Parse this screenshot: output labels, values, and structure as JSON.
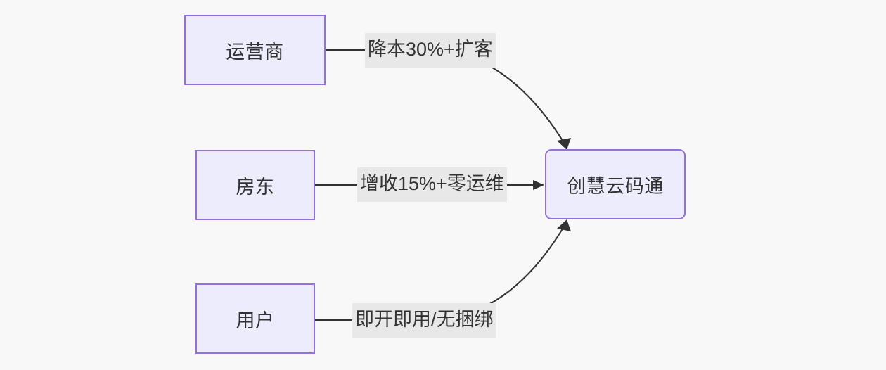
{
  "diagram": {
    "type": "flowchart",
    "direction": "left-to-right",
    "background_color": "#f8f8f8",
    "node_fill_color": "#ececfc",
    "node_border_color": "#9370e0",
    "edge_color": "#333333",
    "label_background_color": "#e8e8e8",
    "text_color": "#333333",
    "nodes": [
      {
        "id": "operator",
        "label": "运营商",
        "shape": "rectangle"
      },
      {
        "id": "landlord",
        "label": "房东",
        "shape": "rectangle"
      },
      {
        "id": "user",
        "label": "用户",
        "shape": "rectangle"
      },
      {
        "id": "platform",
        "label": "创慧云码通",
        "shape": "rounded-rectangle"
      }
    ],
    "edges": [
      {
        "from": "operator",
        "to": "platform",
        "label": "降本30%+扩客",
        "style": "curved-arrow"
      },
      {
        "from": "landlord",
        "to": "platform",
        "label": "增收15%+零运维",
        "style": "straight-arrow"
      },
      {
        "from": "user",
        "to": "platform",
        "label": "即开即用/无捆绑",
        "style": "curved-arrow"
      }
    ]
  }
}
